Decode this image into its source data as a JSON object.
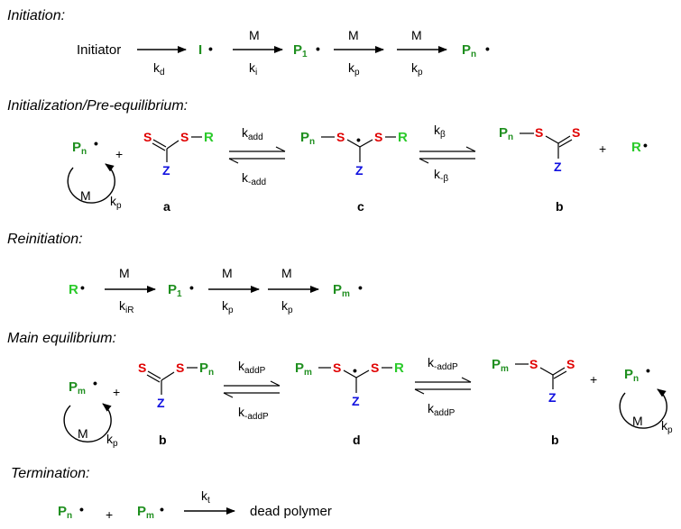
{
  "headers": {
    "initiation": "Initiation:",
    "preeq": "Initialization/Pre-equilibrium:",
    "reinit": "Reinitiation:",
    "maineq": "Main equilibrium:",
    "term": "Termination:"
  },
  "species": {
    "initiator": "Initiator",
    "I": "I",
    "P": "P",
    "R": "R",
    "S": "S",
    "Z": "Z",
    "M": "M",
    "dot": "•",
    "plus": "+",
    "dead_polymer": "dead polymer"
  },
  "subscripts": {
    "one": "1",
    "n": "n",
    "m": "m"
  },
  "rates": {
    "k": "k",
    "d": "d",
    "i": "i",
    "p": "p",
    "iR": "iR",
    "add": "add",
    "minus_add": "-add",
    "beta": "β",
    "minus_beta": "-β",
    "addP": "addP",
    "minus_addP": "-addP",
    "t": "t"
  },
  "compound_labels": {
    "a": "a",
    "b": "b",
    "c": "c",
    "d": "d"
  },
  "colors": {
    "polymer_green": "#1f8f1f",
    "radical_green": "#2aca2a",
    "sulfur_red": "#e00000",
    "z_blue": "#1010e0"
  }
}
